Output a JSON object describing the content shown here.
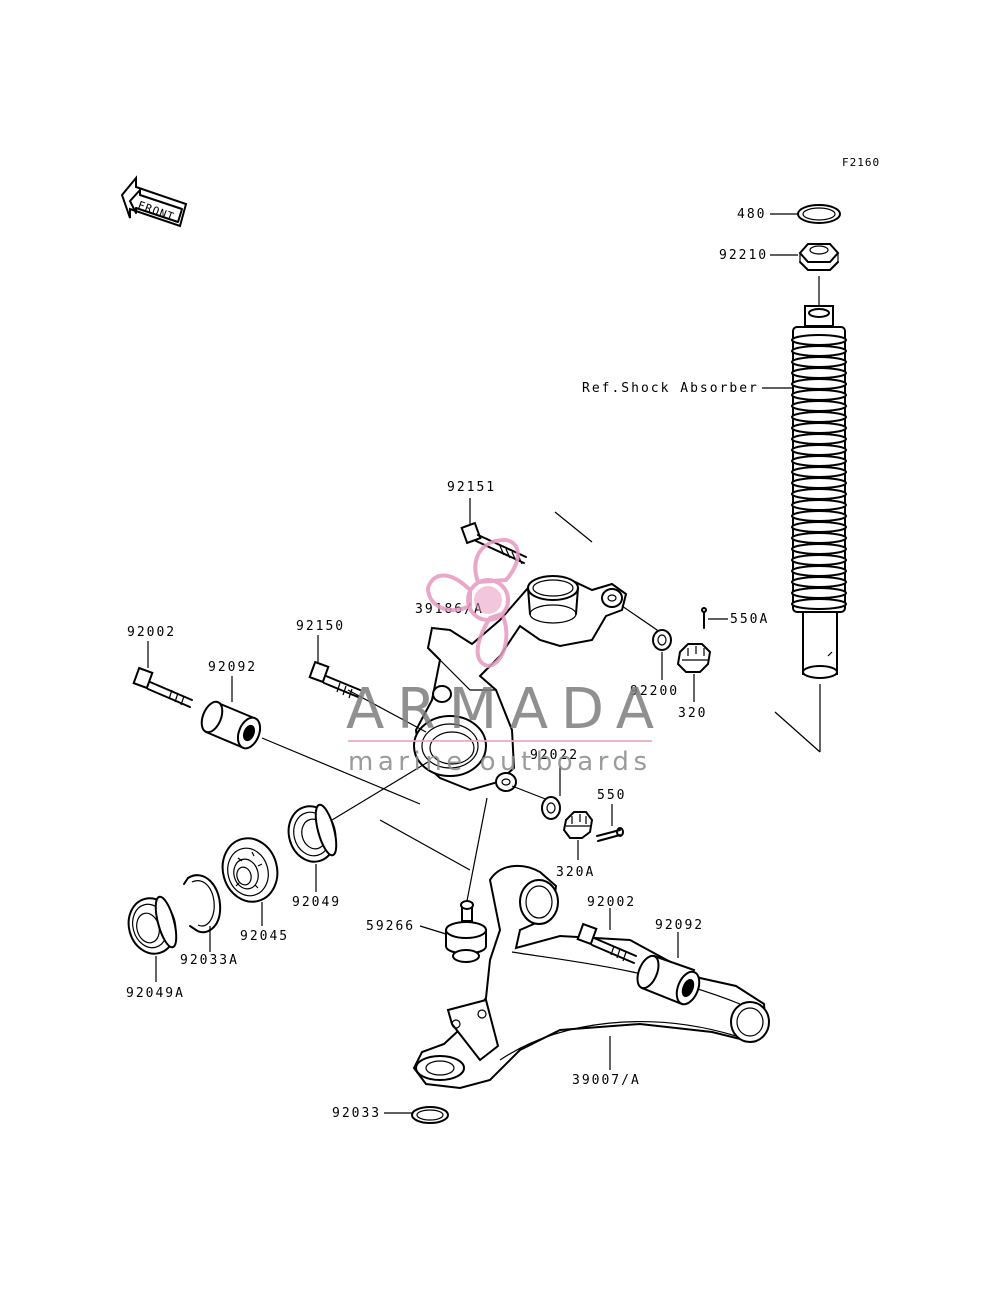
{
  "figure_code": "F2160",
  "front_label": "FRONT",
  "watermark": {
    "title": "ARMADA",
    "subtitle": "marine outboards",
    "colors": {
      "title": "#7d7d7d",
      "rule": "#e8a9c6",
      "propeller": "#e69ac0"
    }
  },
  "callouts": {
    "c480": "480",
    "c92210": "92210",
    "shock": "Ref.Shock Absorber",
    "c92151": "92151",
    "c39186a": "39186/A",
    "c550a": "550A",
    "c92002a": "92002",
    "c92150": "92150",
    "c92092a": "92092",
    "c92200": "92200",
    "c320": "320",
    "c92022": "92022",
    "c550": "550",
    "c320a": "320A",
    "c92049": "92049",
    "c92045": "92045",
    "c92033a": "92033A",
    "c92049a": "92049A",
    "c59266": "59266",
    "c92002b": "92002",
    "c92092b": "92092",
    "c39007a": "39007/A",
    "c92033": "92033"
  }
}
